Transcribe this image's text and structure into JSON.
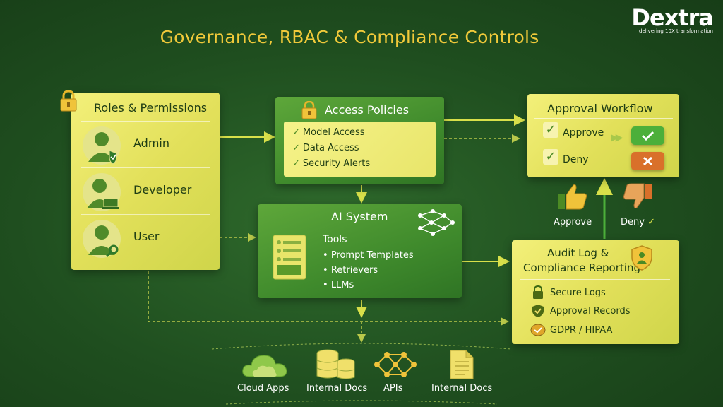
{
  "title": "Governance, RBAC & Compliance Controls",
  "brand": {
    "name": "Dextra",
    "tagline": "delivering 10X transformation"
  },
  "roles": {
    "heading": "Roles & Permissions",
    "items": [
      {
        "label": "Admin"
      },
      {
        "label": "Developer"
      },
      {
        "label": "User"
      }
    ]
  },
  "access_policies": {
    "heading": "Access Policies",
    "items": [
      "Model Access",
      "Data Access",
      "Security Alerts"
    ]
  },
  "ai_system": {
    "heading": "AI System",
    "tools_label": "Tools",
    "items": [
      "Prompt Templates",
      "Retrievers",
      "LLMs"
    ]
  },
  "approval": {
    "heading": "Approval Workflow",
    "approve": "Approve",
    "deny": "Deny"
  },
  "feedback": {
    "approve": "Approve",
    "deny": "Deny"
  },
  "audit": {
    "heading_line1": "Audit Log &",
    "heading_line2": "Compliance Reporting",
    "items": [
      "Secure Logs",
      "Approval Records",
      "GDPR / HIPAA"
    ]
  },
  "resources": [
    "Cloud Apps",
    "Internal Docs",
    "APIs",
    "Internal Docs"
  ],
  "colors": {
    "title": "#f0c93a",
    "background": "#1f4e1f",
    "card_light": "#e8e56a",
    "card_green": "#3f8a2c",
    "approve_button": "#4caf3a",
    "deny_button": "#d9702a",
    "arrow": "#d8e04a"
  }
}
